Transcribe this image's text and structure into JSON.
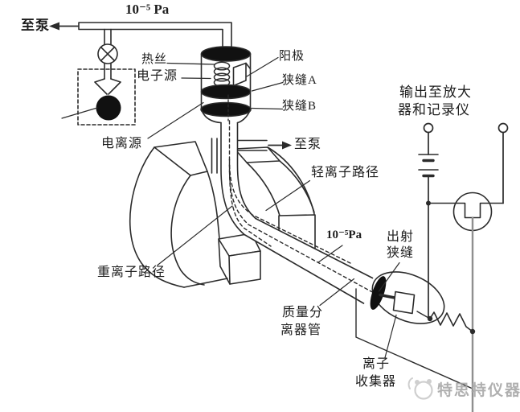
{
  "figure": {
    "type": "mass-spectrometer-schematic",
    "colors": {
      "line": "#2b2b2b",
      "fill_dark": "#111111",
      "grey_wire": "#8f8f8f",
      "watermark": "#a3a3a3",
      "background": "#ffffff"
    }
  },
  "labels": {
    "pump_top": "至泵",
    "pressure_top": "10⁻⁵ Pa",
    "hot_wire": "热丝",
    "electron_source": "电子源",
    "anode": "阳极",
    "slit_a": "狭缝A",
    "slit_b": "狭缝B",
    "ionization_source": "电离源",
    "pump_right": "至泵",
    "light_ion_path": "轻离子路径",
    "heavy_ion_path": "重离子路径",
    "pressure_mid": "10⁻⁵Pa",
    "exit_slit_l1": "出射",
    "exit_slit_l2": "狭缝",
    "separator_l1": "质量分",
    "separator_l2": "离器管",
    "output_l1": "输出至放大",
    "output_l2": "器和记录仪",
    "collector_l1": "离子",
    "collector_l2": "收集器",
    "watermark": "特思特仪器"
  }
}
